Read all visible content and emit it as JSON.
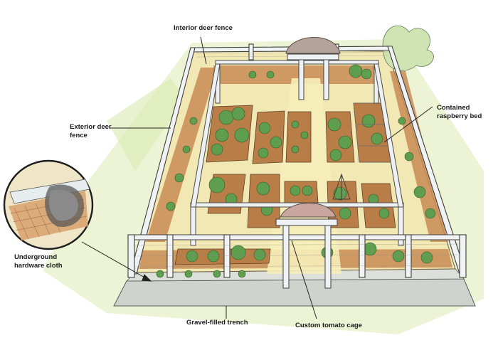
{
  "labels": {
    "interior_fence": "Interior deer fence",
    "exterior_fence_1": "Exterior deer",
    "exterior_fence_2": "fence",
    "raspberry_1": "Contained",
    "raspberry_2": "raspberry bed",
    "hardware_cloth_1": "Underground",
    "hardware_cloth_2": "hardware cloth",
    "gravel_trench": "Gravel-filled trench",
    "tomato_cage": "Custom tomato cage"
  },
  "colors": {
    "ground": "#efe6b8",
    "path": "#f3e7a6",
    "soil": "#c78a52",
    "fence_post": "#e9ecef",
    "fence_line": "#4a4a4a",
    "plants": "#5f9e4f",
    "leader_line": "#222222",
    "gravel": "#c9ccc8",
    "grass": "#d4e6a8"
  }
}
